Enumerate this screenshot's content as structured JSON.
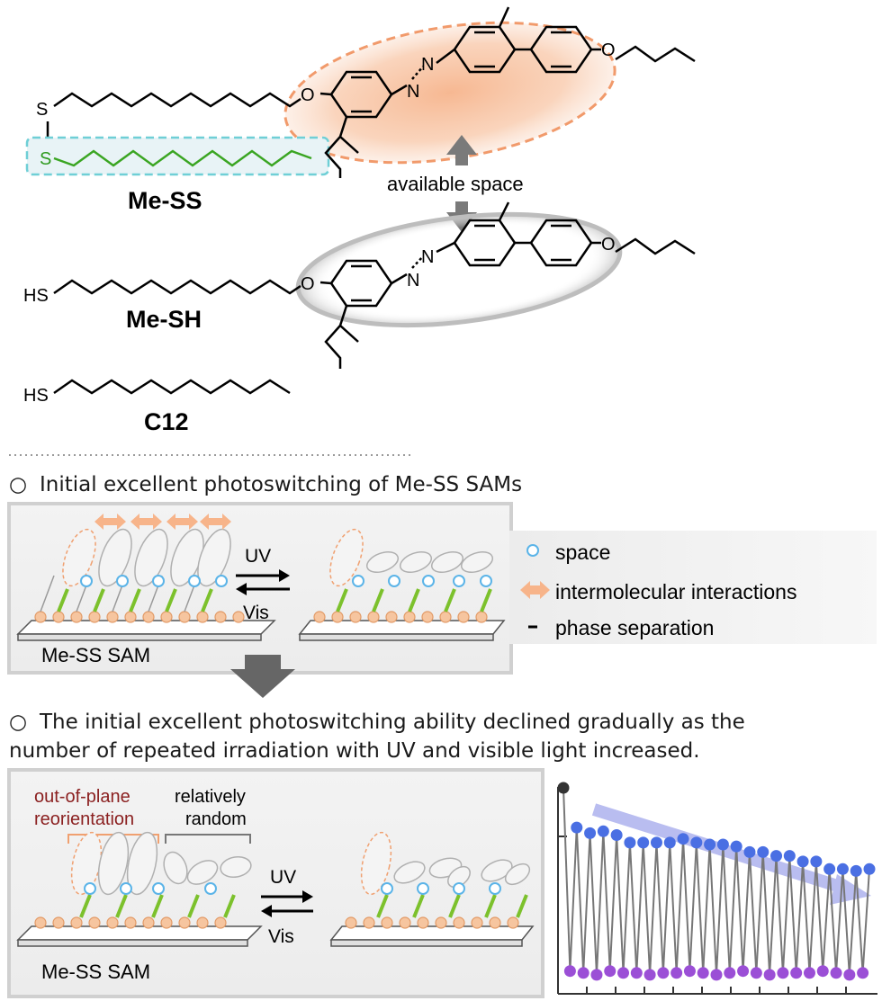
{
  "molecules": {
    "me_ss": {
      "label": "Me-SS"
    },
    "me_sh": {
      "label": "Me-SH"
    },
    "c12": {
      "label": "C12"
    },
    "available_space": "available space",
    "atoms": {
      "S": "S",
      "O": "O",
      "N": "N",
      "HS": "HS"
    }
  },
  "section1": {
    "bullet": "○",
    "text": "Initial excellent photoswitching of Me-SS SAMs",
    "uv": "UV",
    "vis": "Vis",
    "sam_label": "Me-SS SAM",
    "legend": [
      {
        "icon": "circle",
        "text": "space"
      },
      {
        "icon": "double-arrow",
        "text": "intermolecular interactions"
      },
      {
        "icon": "dash",
        "text": "phase separation"
      }
    ]
  },
  "section2": {
    "bullet": "○",
    "text_line1": "The initial excellent photoswitching ability declined gradually as the",
    "text_line2": "number of repeated irradiation with UV and visible light increased.",
    "out_of_plane": [
      "out-of-plane",
      "reorientation"
    ],
    "relatively_random": [
      "relatively",
      "random"
    ],
    "uv": "UV",
    "vis": "Vis",
    "sam_label": "Me-SS SAM"
  },
  "chart_data": {
    "type": "line",
    "series": [
      {
        "values": [
          1.0,
          0.79,
          0.76,
          0.77,
          0.75,
          0.71,
          0.71,
          0.71,
          0.71,
          0.73,
          0.71,
          0.7,
          0.7,
          0.69,
          0.66,
          0.66,
          0.64,
          0.64,
          0.61,
          0.61,
          0.57,
          0.57,
          0.56,
          0.57
        ]
      },
      {
        "values": [
          0.03,
          0.02,
          0.01,
          0.03,
          0.02,
          0.02,
          0.01,
          0.02,
          0.02,
          0.03,
          0.02,
          0.01,
          0.02,
          0.03,
          0.02,
          0.01,
          0.02,
          0.02,
          0.02,
          0.03,
          0.02,
          0.01,
          0.02,
          0.02
        ]
      }
    ],
    "colors": {
      "high": "#4a6fe3",
      "low": "#9b4fd6",
      "line": "#777777",
      "trend": "#b9bdf0"
    }
  }
}
